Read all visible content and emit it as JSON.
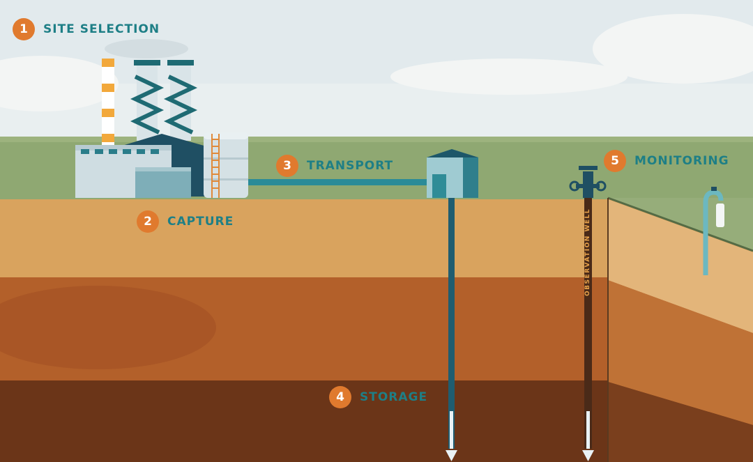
{
  "colors": {
    "accent_orange": "#e07a2e",
    "label_teal": "#1e7f86",
    "sky": "#dfe8ec",
    "grass": "#8fa872",
    "soil_top": "#d9a35e",
    "soil_mid": "#b3602a",
    "soil_deep": "#6b3518",
    "pipe_blue": "#1f5d70"
  },
  "steps": [
    {
      "number": "1",
      "label": "SITE SELECTION"
    },
    {
      "number": "2",
      "label": "CAPTURE"
    },
    {
      "number": "3",
      "label": "TRANSPORT"
    },
    {
      "number": "4",
      "label": "STORAGE"
    },
    {
      "number": "5",
      "label": "MONITORING"
    }
  ],
  "observation_well_label": "OBSERVATION WELL"
}
